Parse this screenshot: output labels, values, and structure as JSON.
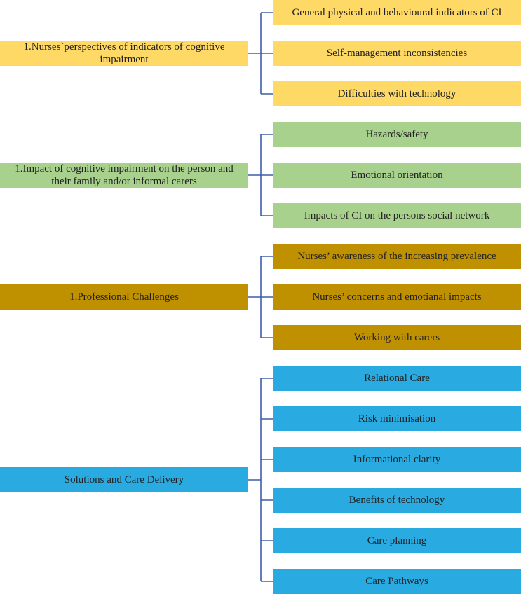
{
  "colors": {
    "yellow": "#ffd966",
    "green": "#a9d18e",
    "gold": "#bf9000",
    "blue": "#29abe2",
    "line": "#3c5ea8"
  },
  "groups": [
    {
      "theme": "1.Nurses`perspectives of indicators of cognitive impairment",
      "color": "yellow",
      "subthemes": [
        "General physical and behavioural indicators of CI",
        "Self-management inconsistencies",
        "Difficulties with technology"
      ]
    },
    {
      "theme": "1.Impact of cognitive impairment on the person and their family and/or informal carers",
      "color": "green",
      "subthemes": [
        "Hazards/safety",
        "Emotional orientation",
        "Impacts of CI on the persons social network"
      ]
    },
    {
      "theme": "1.Professional Challenges",
      "color": "gold",
      "subthemes": [
        "Nurses’ awareness of the increasing prevalence",
        "Nurses’ concerns and emotianal impacts",
        "Working with carers"
      ]
    },
    {
      "theme": "Solutions and Care Delivery",
      "color": "blue",
      "subthemes": [
        "Relational Care",
        "Risk minimisation",
        "Informational clarity",
        "Benefits of technology",
        "Care planning",
        "Care Pathways"
      ]
    }
  ]
}
